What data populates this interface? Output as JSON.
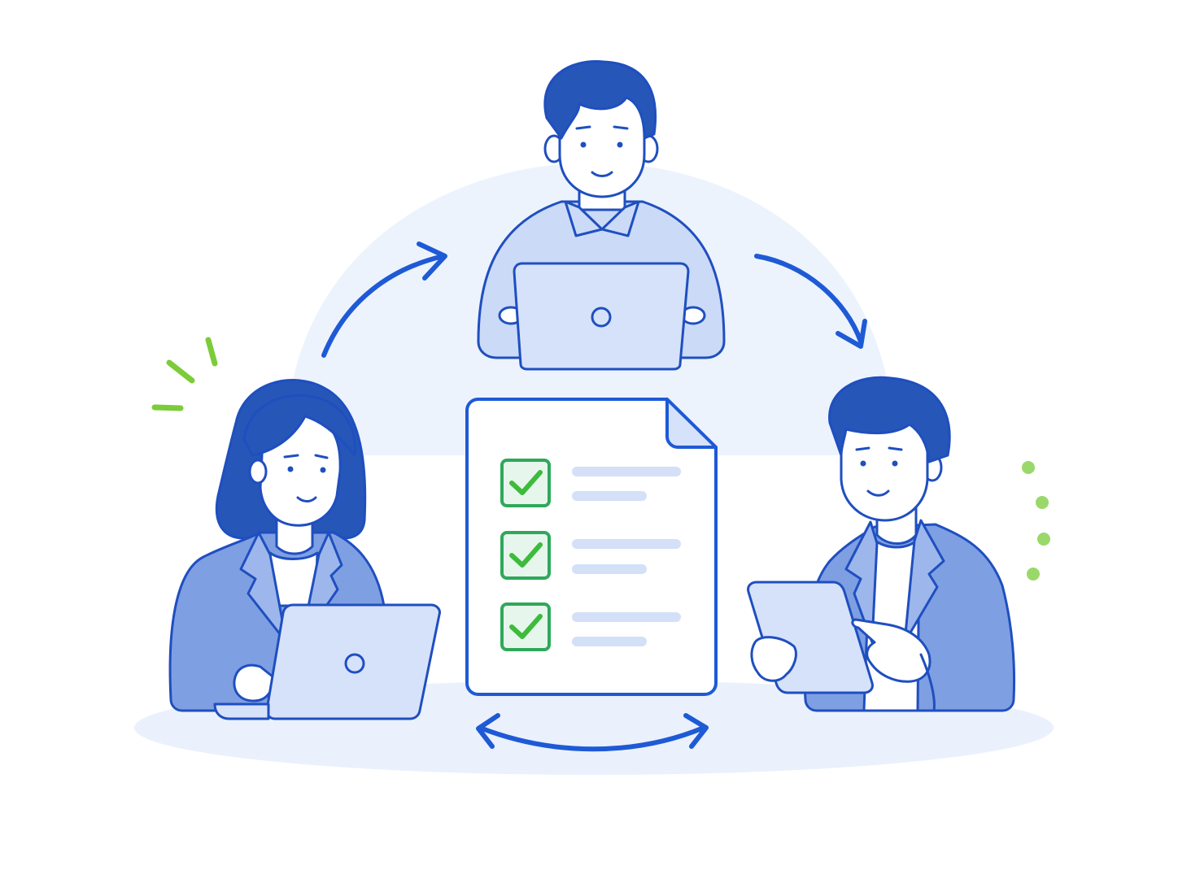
{
  "illustration": {
    "colors": {
      "background": "#ffffff",
      "backdrop": "#edf3fd",
      "floor_shadow": "#e8effb",
      "outline": "#1f4fbf",
      "arrow": "#1e5ad6",
      "hair": "#2556b8",
      "skin": "#ffffff",
      "shirt_light": "#cbdaf7",
      "jacket": "#7f9fe3",
      "device_fill": "#d6e2fa",
      "document_fill": "#ffffff",
      "doc_line": "#d3e0f8",
      "check_green": "#2fa85a",
      "check_fill": "#e7f6ec",
      "accent_green": "#7ccc3a"
    },
    "people": [
      {
        "role": "person-top",
        "device": "laptop-icon"
      },
      {
        "role": "person-left",
        "device": "laptop-icon"
      },
      {
        "role": "person-right",
        "device": "tablet-icon"
      }
    ],
    "checklist": {
      "items": [
        {
          "checked": true
        },
        {
          "checked": true
        },
        {
          "checked": true
        }
      ]
    },
    "icons": [
      "arrow-cycle-icon",
      "document-icon",
      "checkbox-icon",
      "laptop-icon",
      "tablet-icon",
      "sparkle-lines-icon",
      "dots-icon"
    ]
  }
}
